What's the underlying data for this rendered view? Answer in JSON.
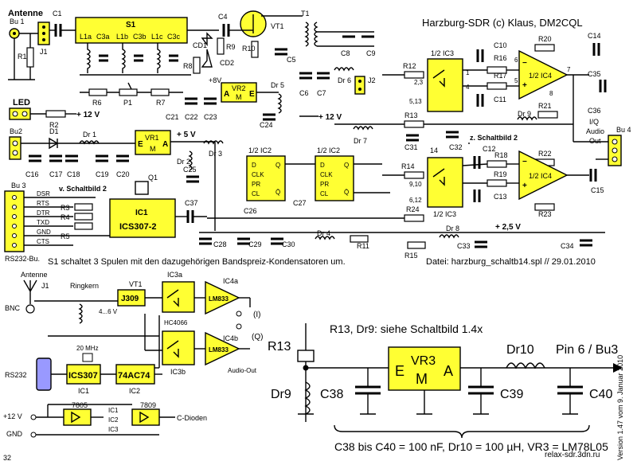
{
  "top": {
    "title": "Harzburg-SDR  (c) Klaus, DM2CQL",
    "antenna": "Antenne",
    "bu1": "Bu 1",
    "j1": "J1",
    "r1": "R1",
    "c1": "C1",
    "s1": "S1",
    "coils": [
      "L1a",
      "C3a",
      "L1b",
      "C3b",
      "L1c",
      "C3c"
    ],
    "c4": "C4",
    "vt1": "VT1",
    "t1": "T1",
    "cd1": "CD1",
    "cd2": "CD2",
    "r8": "R8",
    "r9": "R9",
    "r10": "R10",
    "c5": "C5",
    "c8": "C8",
    "c9": "C9",
    "r6": "R6",
    "p1": "P1",
    "r7": "R7",
    "v8": "+8V",
    "vr2_a": "A",
    "vr2": "VR2",
    "vr2_m": "M",
    "vr2_e": "E",
    "dr5": "Dr 5",
    "c21": "C21",
    "c22": "C22",
    "c23": "C23",
    "c24": "C24",
    "c6": "C6",
    "c7": "C7",
    "dr6": "Dr 6",
    "j2": "J2",
    "r12": "R12",
    "pins23": "2,3",
    "ic3a": "1/2 IC3",
    "c10": "C10",
    "r16": "R16",
    "r17": "R17",
    "c11": "C11",
    "r20": "R20",
    "c14": "C14",
    "ic4a": "1/2 IC4",
    "c35": "C35",
    "r21": "R21",
    "c36": "C36",
    "p6": "6",
    "p5": "5",
    "p7": "7",
    "p8": "8",
    "p1pin": "1",
    "p4": "4",
    "p513": "5,13",
    "led": "LED",
    "r2": "R2",
    "v12a": "+ 12 V",
    "v12b": "+ 12 V",
    "r13": "R13",
    "dr7": "Dr 7",
    "dr9": "Dr 9",
    "c31": "C31",
    "c32": "C32",
    "iq1": "I/Q",
    "iq2": "Audio",
    "iq3": "Out",
    "bu4": "Bu 4",
    "bu2": "Bu2",
    "d1": "D1",
    "dr1": "Dr 1",
    "vr1_e": "E",
    "vr1": "VR1",
    "vr1_m": "M",
    "vr1_a": "A",
    "v5": "+ 5 V",
    "dr3": "Dr 3",
    "dr2": "Dr 2",
    "c25": "C25",
    "c16": "C16",
    "c17": "C17",
    "c18": "C18",
    "c19": "C19",
    "c20": "C20",
    "ic2a": "1/2 IC2",
    "ic2b": "1/2 IC2",
    "clk": "CLK",
    "d": "D",
    "q": "Q",
    "qn": "Q̄",
    "pr": "PR",
    "cl": "CL",
    "c26": "C26",
    "c27": "C27",
    "schaltbild2a": "z. Schaltbild 2",
    "c12": "C12",
    "r18": "R18",
    "r22": "R22",
    "r14": "R14",
    "pins910": "9,10",
    "pins612": "6,12",
    "r19": "R19",
    "c13": "C13",
    "r23": "R23",
    "c15": "C15",
    "ic3b": "1/2 IC3",
    "ic4b": "1/2 IC4",
    "r24": "R24",
    "bu3": "Bu 3",
    "schaltbild2b": "v. Schaltbild 2",
    "rs232": [
      "DSR",
      "RTS",
      "DTR",
      "TXD",
      "GND",
      "CTS"
    ],
    "r3": "R3",
    "r4": "R4",
    "r5": "R5",
    "q1": "Q1",
    "ic1": "IC1",
    "ics": "ICS307-2",
    "c37": "C37",
    "rs232bu": "RS232-Bu.",
    "c28": "C28",
    "c29": "C29",
    "c30": "C30",
    "dr4": "Dr 4",
    "r11": "R11",
    "dr8": "Dr 8",
    "r15": "R15",
    "c33": "C33",
    "v25": "+ 2,5  V",
    "c34": "C34",
    "note": "S1 schaltet 3 Spulen mit den dazugehörigen Bandspreiz-Kondensatoren um.",
    "file": "Datei: harzburg_schaltb14.spl // 29.01.2010"
  },
  "block": {
    "antenne": "Antenne",
    "bnc": "BNC",
    "j1": "J1",
    "ringkern": "Ringkern",
    "vt1": "VT1",
    "j309": "J309",
    "ic3a": "IC3a",
    "ic4a": "IC4a",
    "lm833a": "LM833",
    "volt": "4...6 V",
    "hc4066": "HC4066",
    "i": "(I)",
    "q": "(Q)",
    "ic4b": "IC4b",
    "lm833b": "LM833",
    "audio": "Audio-Out",
    "mhz": "20 MHz",
    "rs232": "RS232",
    "ics307": "ICS307",
    "ac74": "74AC74",
    "ic3b": "IC3b",
    "ic1": "IC1",
    "ic2": "IC2",
    "r7805": "7805",
    "r7809": "7809",
    "v12": "+12 V",
    "gnd": "GND",
    "ic1b": "IC1",
    "ic2b": "IC2",
    "ic3c": "IC3",
    "cdioden": "C-Dioden",
    "page": "32"
  },
  "detail": {
    "title": "R13, Dr9: siehe Schaltbild 1.4x",
    "r13": "R13",
    "dr9": "Dr9",
    "vr3": "VR3",
    "e": "E",
    "a": "A",
    "m": "M",
    "dr10": "Dr10",
    "pin": "Pin 6 / Bu3",
    "c38": "C38",
    "c39": "C39",
    "c40": "C40",
    "footer": "C38 bis C40 = 100 nF, Dr10 = 100 µH, VR3 = LM78L05",
    "version": "Version 1.47 vom 9. Januar 2010",
    "site": "relax-sdr.3dn.ru"
  }
}
